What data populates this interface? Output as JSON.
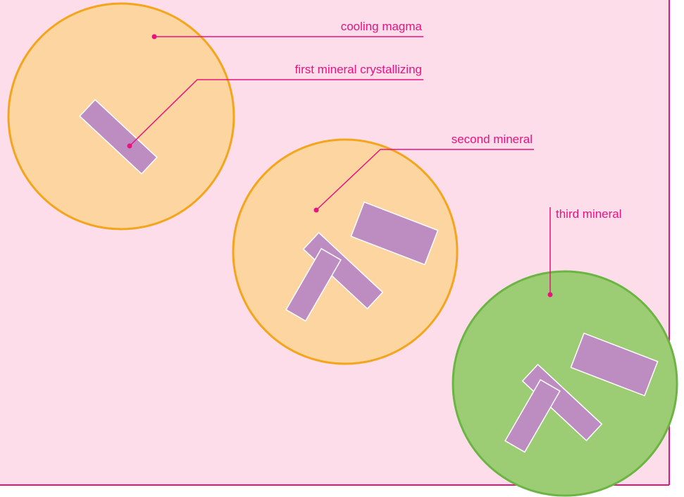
{
  "colors": {
    "background": "#fcdde9",
    "frame": "#e6147f",
    "magma_fill": "#fdd5a0",
    "magma_stroke": "#f4a51c",
    "solid_fill": "#9ccd74",
    "solid_stroke": "#6cb544",
    "crystal_fill": "#bd8cc0",
    "crystal_stroke": "#ffffff",
    "label": "#e6147f"
  },
  "stages": [
    {
      "name": "magma-stage-1",
      "state": "molten",
      "crystal_count": 1
    },
    {
      "name": "magma-stage-2",
      "state": "molten",
      "crystal_count": 3
    },
    {
      "name": "magma-stage-3",
      "state": "solidified",
      "crystal_count": 3
    }
  ],
  "labels": {
    "cooling_magma": "cooling magma",
    "first_mineral": "first mineral crystallizing",
    "second_mineral": "second mineral",
    "third_mineral": "third mineral"
  }
}
